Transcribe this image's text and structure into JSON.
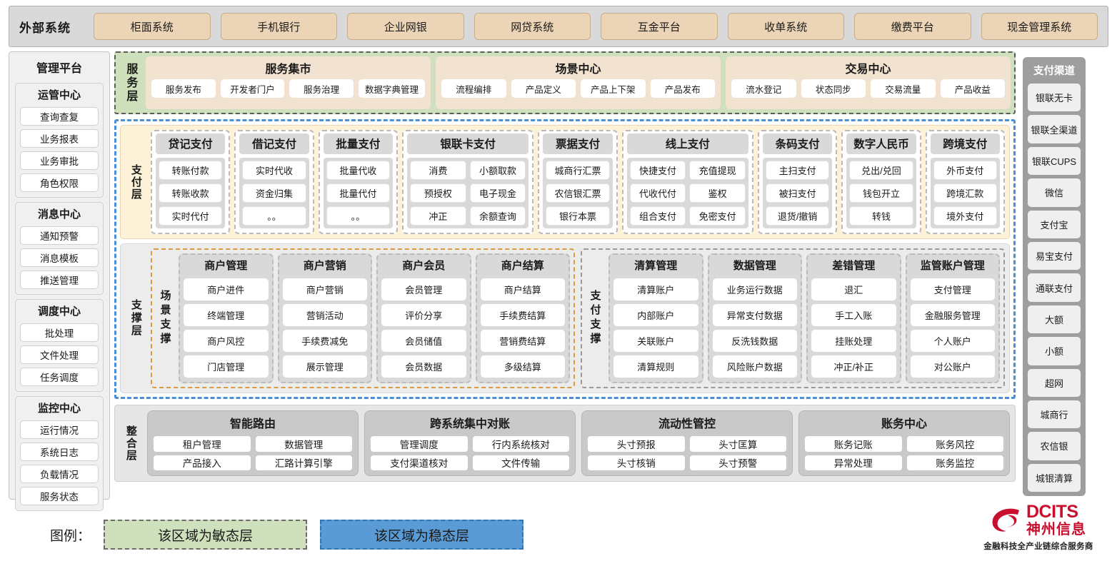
{
  "external": {
    "title": "外部系统",
    "items": [
      "柜面系统",
      "手机银行",
      "企业网银",
      "网贷系统",
      "互金平台",
      "收单系统",
      "缴费平台",
      "现金管理系统"
    ]
  },
  "management": {
    "title": "管理平台",
    "groups": [
      {
        "title": "运管中心",
        "items": [
          "查询查复",
          "业务报表",
          "业务审批",
          "角色权限"
        ]
      },
      {
        "title": "消息中心",
        "items": [
          "通知预警",
          "消息模板",
          "推送管理"
        ]
      },
      {
        "title": "调度中心",
        "items": [
          "批处理",
          "文件处理",
          "任务调度"
        ]
      },
      {
        "title": "监控中心",
        "items": [
          "运行情况",
          "系统日志",
          "负载情况",
          "服务状态"
        ]
      }
    ]
  },
  "service_layer": {
    "label": "服务层",
    "groups": [
      {
        "title": "服务集市",
        "items": [
          "服务发布",
          "开发者门户",
          "服务治理",
          "数据字典管理"
        ]
      },
      {
        "title": "场景中心",
        "items": [
          "流程编排",
          "产品定义",
          "产品上下架",
          "产品发布"
        ]
      },
      {
        "title": "交易中心",
        "items": [
          "流水登记",
          "状态同步",
          "交易流量",
          "产品收益"
        ]
      }
    ]
  },
  "payment_layer": {
    "label": "支付层",
    "columns": [
      {
        "title": "贷记支付",
        "cols": 1,
        "items": [
          [
            "转账付款"
          ],
          [
            "转账收款"
          ],
          [
            "实时代付"
          ]
        ]
      },
      {
        "title": "借记支付",
        "cols": 1,
        "items": [
          [
            "实时代收"
          ],
          [
            "资金归集"
          ],
          [
            "。。"
          ]
        ]
      },
      {
        "title": "批量支付",
        "cols": 1,
        "items": [
          [
            "批量代收"
          ],
          [
            "批量代付"
          ],
          [
            "。。"
          ]
        ]
      },
      {
        "title": "银联卡支付",
        "cols": 2,
        "items": [
          [
            "消费",
            "小额取款"
          ],
          [
            "预授权",
            "电子现金"
          ],
          [
            "冲正",
            "余额查询"
          ]
        ]
      },
      {
        "title": "票据支付",
        "cols": 1,
        "items": [
          [
            "城商行汇票"
          ],
          [
            "农信银汇票"
          ],
          [
            "银行本票"
          ]
        ]
      },
      {
        "title": "线上支付",
        "cols": 2,
        "items": [
          [
            "快捷支付",
            "充值提现"
          ],
          [
            "代收代付",
            "鉴权"
          ],
          [
            "组合支付",
            "免密支付"
          ]
        ]
      },
      {
        "title": "条码支付",
        "cols": 1,
        "items": [
          [
            "主扫支付"
          ],
          [
            "被扫支付"
          ],
          [
            "退货/撤销"
          ]
        ]
      },
      {
        "title": "数字人民币",
        "cols": 1,
        "items": [
          [
            "兑出/兑回"
          ],
          [
            "钱包开立"
          ],
          [
            "转钱"
          ]
        ]
      },
      {
        "title": "跨境支付",
        "cols": 1,
        "items": [
          [
            "外币支付"
          ],
          [
            "跨境汇款"
          ],
          [
            "境外支付"
          ]
        ]
      }
    ]
  },
  "support_layer": {
    "label": "支撑层",
    "boxes": [
      {
        "sublabel": "场景支撑",
        "style": "orange",
        "columns": [
          {
            "title": "商户管理",
            "items": [
              "商户进件",
              "终端管理",
              "商户风控",
              "门店管理"
            ]
          },
          {
            "title": "商户营销",
            "items": [
              "商户营销",
              "营销活动",
              "手续费减免",
              "展示管理"
            ]
          },
          {
            "title": "商户会员",
            "items": [
              "会员管理",
              "评价分享",
              "会员储值",
              "会员数据"
            ]
          },
          {
            "title": "商户结算",
            "items": [
              "商户结算",
              "手续费结算",
              "营销费结算",
              "多级结算"
            ]
          }
        ]
      },
      {
        "sublabel": "支付支撑",
        "style": "gray",
        "columns": [
          {
            "title": "清算管理",
            "items": [
              "清算账户",
              "内部账户",
              "关联账户",
              "清算规则"
            ]
          },
          {
            "title": "数据管理",
            "items": [
              "业务运行数据",
              "异常支付数据",
              "反洗钱数据",
              "风险账户数据"
            ]
          },
          {
            "title": "差错管理",
            "items": [
              "退汇",
              "手工入账",
              "挂账处理",
              "冲正/补正"
            ]
          },
          {
            "title": "监管账户管理",
            "items": [
              "支付管理",
              "金融服务管理",
              "个人账户",
              "对公账户"
            ]
          }
        ]
      }
    ]
  },
  "integration_layer": {
    "label": "整合层",
    "groups": [
      {
        "title": "智能路由",
        "items": [
          [
            "租户管理",
            "数据管理"
          ],
          [
            "产品接入",
            "汇路计算引擎"
          ]
        ]
      },
      {
        "title": "跨系统集中对账",
        "items": [
          [
            "管理调度",
            "行内系统核对"
          ],
          [
            "支付渠道核对",
            "文件传输"
          ]
        ]
      },
      {
        "title": "流动性管控",
        "items": [
          [
            "头寸预报",
            "头寸匡算"
          ],
          [
            "头寸核销",
            "头寸预警"
          ]
        ]
      },
      {
        "title": "账务中心",
        "items": [
          [
            "账务记账",
            "账务风控"
          ],
          [
            "异常处理",
            "账务监控"
          ]
        ]
      }
    ]
  },
  "channels": {
    "title": "支付渠道",
    "items": [
      "银联无卡",
      "银联全渠道",
      "银联CUPS",
      "微信",
      "支付宝",
      "易宝支付",
      "通联支付",
      "大额",
      "小额",
      "超网",
      "城商行",
      "农信银",
      "城银清算"
    ]
  },
  "legend": {
    "label": "图例：",
    "agile": "该区域为敏态层",
    "stable": "该区域为稳态层"
  },
  "logo": {
    "en": "DCITS",
    "cn": "神州信息",
    "tagline": "金融科技全产业链综合服务商"
  },
  "colors": {
    "agile_green": "#cfe0bd",
    "stable_blue": "#5b9bd5",
    "external_chip": "#ecd5b6",
    "payment_bg": "#fdf1d7",
    "support_orange": "#d99b3c",
    "brand_red": "#c8102e"
  }
}
